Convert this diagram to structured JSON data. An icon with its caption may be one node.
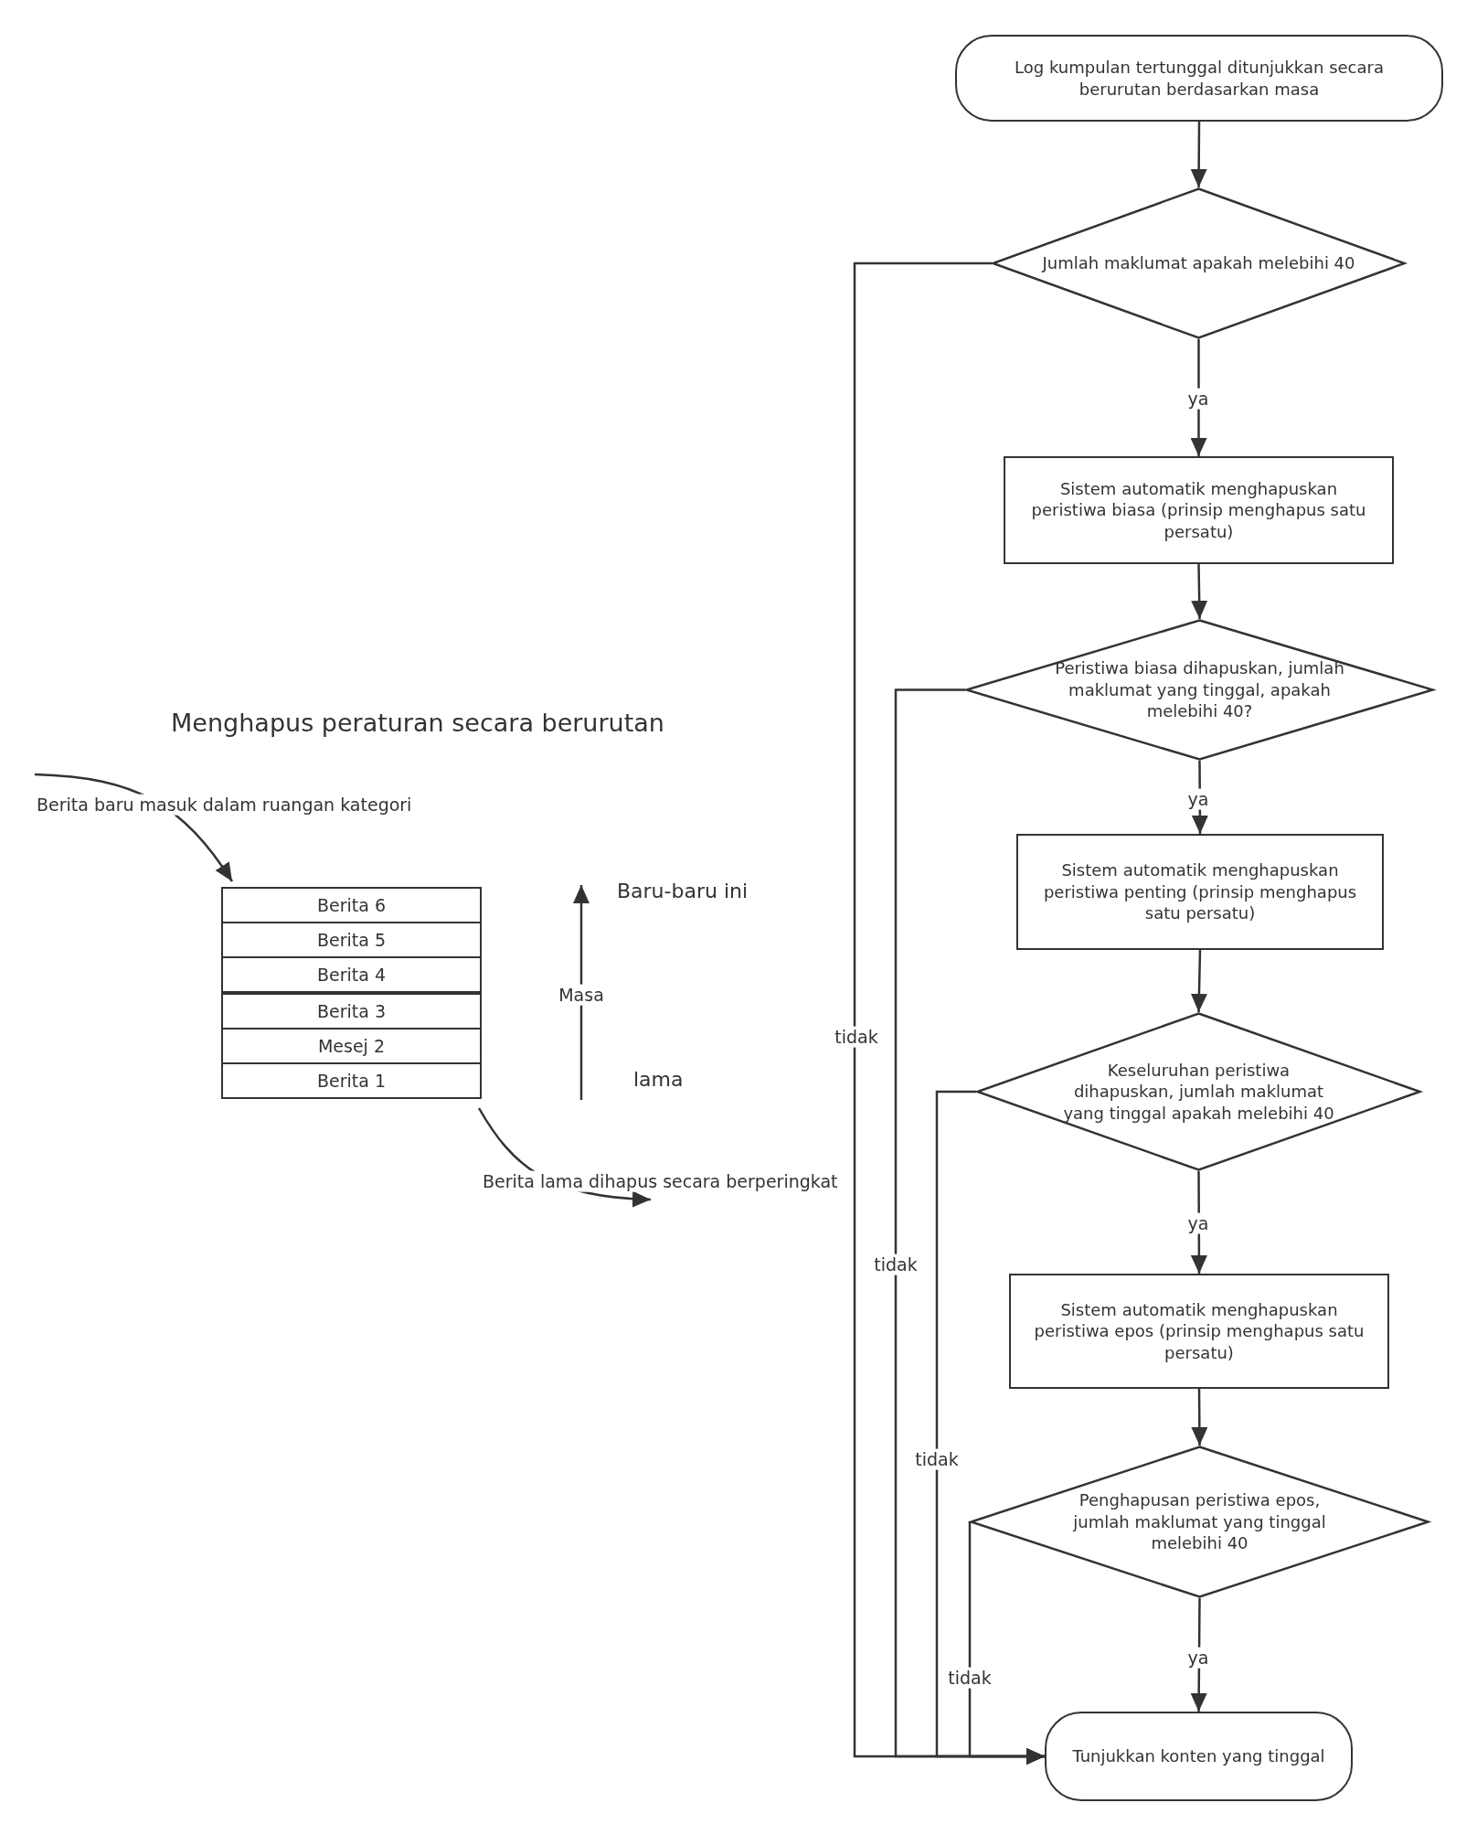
{
  "diagram": {
    "title": "Menghapus peraturan secara berurutan",
    "nodes": [
      {
        "text": [
          "Log kumpulan tertunggal ditunjukkan secara berurutan berdasarkan masa"
        ]
      },
      {
        "text": [
          "Jumlah maklumat apakah melebihi 40"
        ]
      },
      {
        "text": [
          "Sistem automatik menghapuskan peristiwa biasa (prinsip menghapus satu persatu)"
        ]
      },
      {
        "text": [
          "Peristiwa biasa dihapuskan, jumlah maklumat yang tinggal, apakah melebihi 40?"
        ]
      },
      {
        "text": [
          "Sistem automatik menghapuskan peristiwa penting (prinsip menghapus satu persatu)"
        ]
      },
      {
        "text": [
          "Keseluruhan peristiwa dihapuskan, jumlah maklumat yang tinggal apakah melebihi 40"
        ]
      },
      {
        "text": [
          "Sistem automatik menghapuskan peristiwa epos (prinsip menghapus satu persatu)"
        ]
      },
      {
        "text": [
          "Penghapusan peristiwa epos, jumlah maklumat yang tinggal melebihi 40"
        ]
      },
      {
        "text": [
          "Tunjukkan konten yang tinggal"
        ]
      },
      {
        "text": [
          "Berita 6"
        ]
      },
      {
        "text": [
          "Berita 5"
        ]
      },
      {
        "text": [
          "Berita 4"
        ]
      },
      {
        "text": [
          "Berita 3"
        ]
      },
      {
        "text": [
          "Mesej 2"
        ]
      },
      {
        "text": [
          "Berita 1"
        ]
      }
    ],
    "edges": [
      {
        "from": 0,
        "to": 1,
        "arrow": "to"
      },
      {
        "from": 1,
        "to": 2,
        "arrow": "to",
        "label": "ya"
      },
      {
        "from": 2,
        "to": 3,
        "arrow": "to"
      },
      {
        "from": 3,
        "to": 4,
        "arrow": "to",
        "label": "ya"
      },
      {
        "from": 4,
        "to": 5,
        "arrow": "to"
      },
      {
        "from": 5,
        "to": 6,
        "arrow": "to",
        "label": "ya"
      },
      {
        "from": 6,
        "to": 7,
        "arrow": "to"
      },
      {
        "from": 7,
        "to": 8,
        "arrow": "to",
        "label": "ya"
      },
      {
        "from": 1,
        "to": 8,
        "arrow": "to",
        "label": "tidak"
      },
      {
        "from": 3,
        "to": 8,
        "arrow": "to",
        "label": "tidak"
      },
      {
        "from": 5,
        "to": 8,
        "arrow": "to",
        "label": "tidak"
      },
      {
        "from": 7,
        "to": 8,
        "arrow": "to",
        "label": "tidak"
      },
      {
        "from": null,
        "to": 9,
        "arrow": "to",
        "label": "Berita baru masuk dalam ruangan kategori"
      },
      {
        "from": 14,
        "to": null,
        "arrow": "to",
        "label": "Berita lama dihapus secara berperingkat"
      }
    ],
    "labels": [
      "Baru-baru ini",
      "Masa",
      "lama"
    ]
  }
}
